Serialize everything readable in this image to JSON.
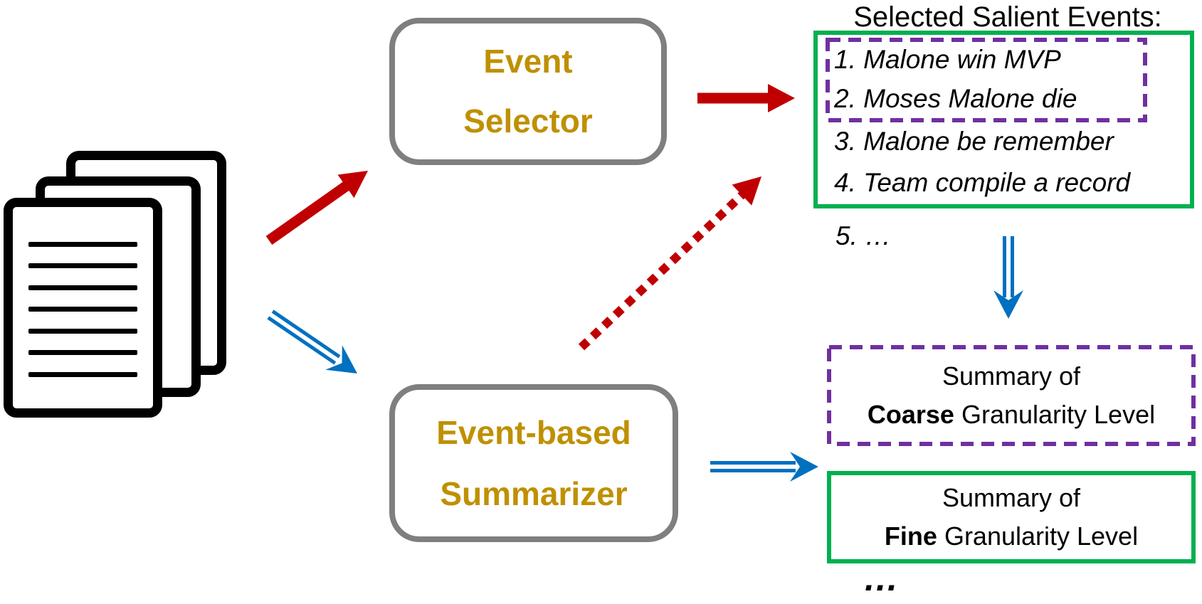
{
  "colors": {
    "red": "#C00000",
    "blue": "#0070C0",
    "gold": "#BF9000",
    "gray": "#7F7F7F",
    "green": "#00B050",
    "purple": "#7030A0",
    "black": "#000000"
  },
  "icons": {
    "documents": "documents-stack-icon"
  },
  "selector_box": {
    "line1": "Event",
    "line2": "Selector"
  },
  "summarizer_box": {
    "line1": "Event-based",
    "line2": "Summarizer"
  },
  "events": {
    "heading": "Selected Salient Events:",
    "items": [
      "1. Malone win MVP",
      "2. Moses Malone die",
      "3. Malone be remember",
      "4. Team compile a record"
    ],
    "overflow_item": "5. …"
  },
  "summaries": {
    "coarse": {
      "line1": "Summary of",
      "bold": "Coarse",
      "rest": " Granularity Level"
    },
    "fine": {
      "line1": "Summary of",
      "bold": "Fine",
      "rest": " Granularity Level"
    }
  },
  "ellipsis": "…"
}
